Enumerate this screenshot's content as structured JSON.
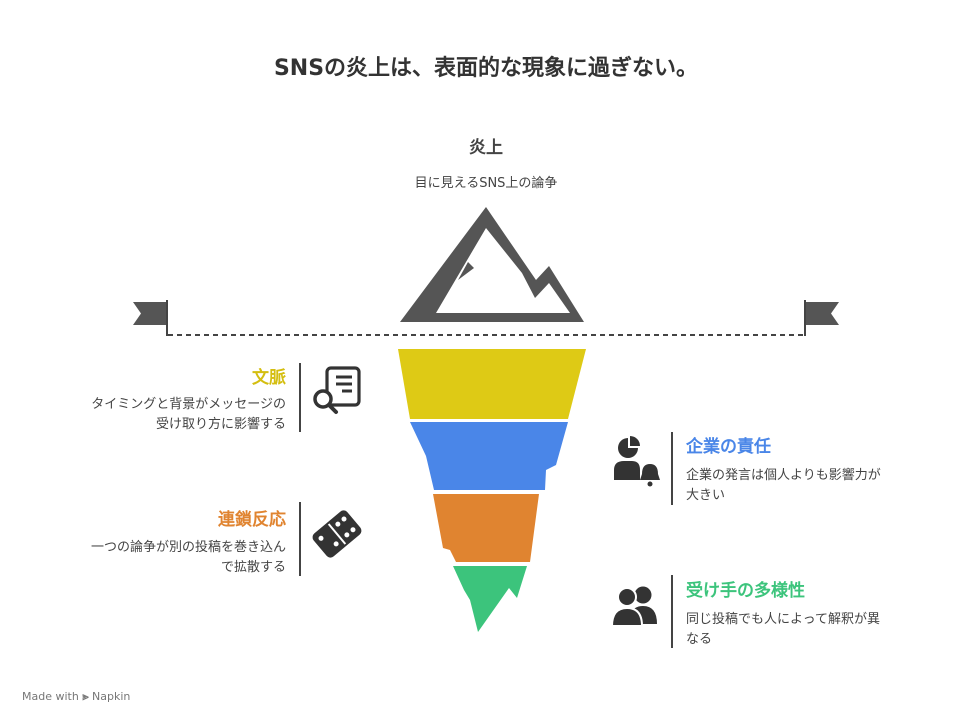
{
  "title": "SNSの炎上は、表面的な現象に過ぎない。",
  "top": {
    "title": "炎上",
    "subtitle": "目に見えるSNS上の論争"
  },
  "layers": [
    {
      "title": "文脈",
      "desc_lines": [
        "タイミングと背景がメッセージの",
        "受け取り方に影響する"
      ],
      "color": "#DECA15",
      "icon": "document-search-icon",
      "side": "left"
    },
    {
      "title": "企業の責任",
      "desc_lines": [
        "企業の発言は個人よりも影響力が",
        "大きい"
      ],
      "color": "#4A86E8",
      "icon": "person-alert-icon",
      "side": "right"
    },
    {
      "title": "連鎖反応",
      "desc_lines": [
        "一つの論争が別の投稿を巻き込ん",
        "で拡散する"
      ],
      "color": "#E08430",
      "icon": "domino-icon",
      "side": "left"
    },
    {
      "title": "受け手の多様性",
      "desc_lines": [
        "同じ投稿でも人によって解釈が異",
        "なる"
      ],
      "color": "#3CC47C",
      "icon": "people-group-icon",
      "side": "right"
    }
  ],
  "colors": {
    "mountain": "#555555",
    "flag": "#555555",
    "waterline": "#444444"
  },
  "footer": {
    "made_with": "Made with",
    "brand": "Napkin"
  }
}
